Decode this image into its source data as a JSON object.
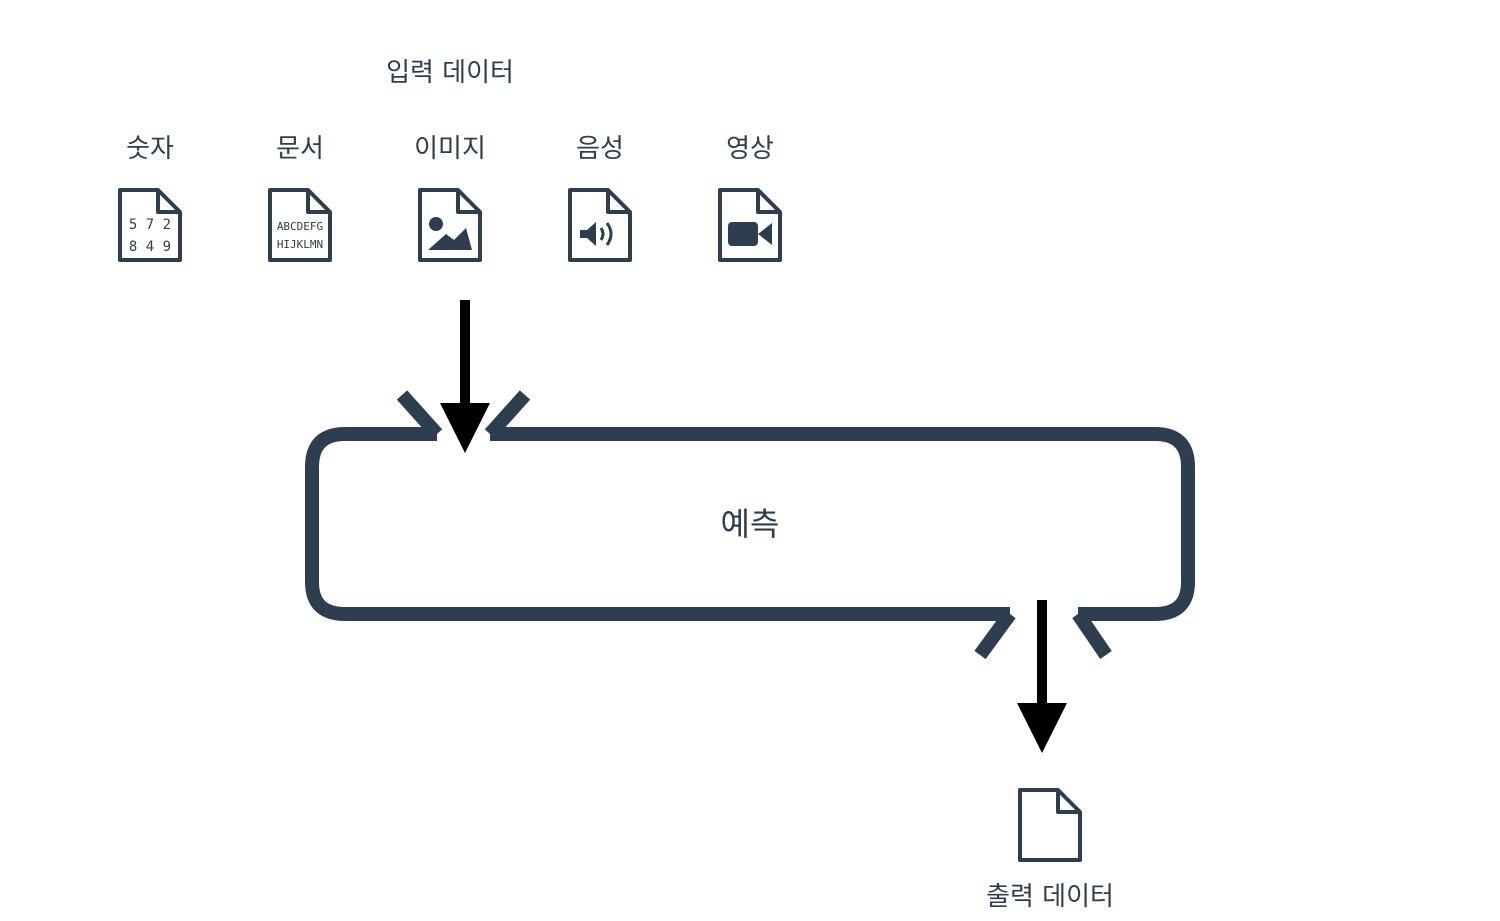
{
  "input": {
    "title": "입력 데이터",
    "types": [
      {
        "label": "숫자",
        "icon": "number-file-icon",
        "icon_text": [
          "5 7 2",
          "8 4 9"
        ]
      },
      {
        "label": "문서",
        "icon": "text-file-icon",
        "icon_text": [
          "ABCDEFG",
          "HIJKLMN"
        ]
      },
      {
        "label": "이미지",
        "icon": "image-file-icon"
      },
      {
        "label": "음성",
        "icon": "audio-file-icon"
      },
      {
        "label": "영상",
        "icon": "video-file-icon"
      }
    ]
  },
  "process": {
    "label": "예측"
  },
  "output": {
    "label": "출력 데이터",
    "icon": "blank-file-icon"
  },
  "colors": {
    "stroke": "#2d3e50",
    "arrow": "#000000"
  }
}
